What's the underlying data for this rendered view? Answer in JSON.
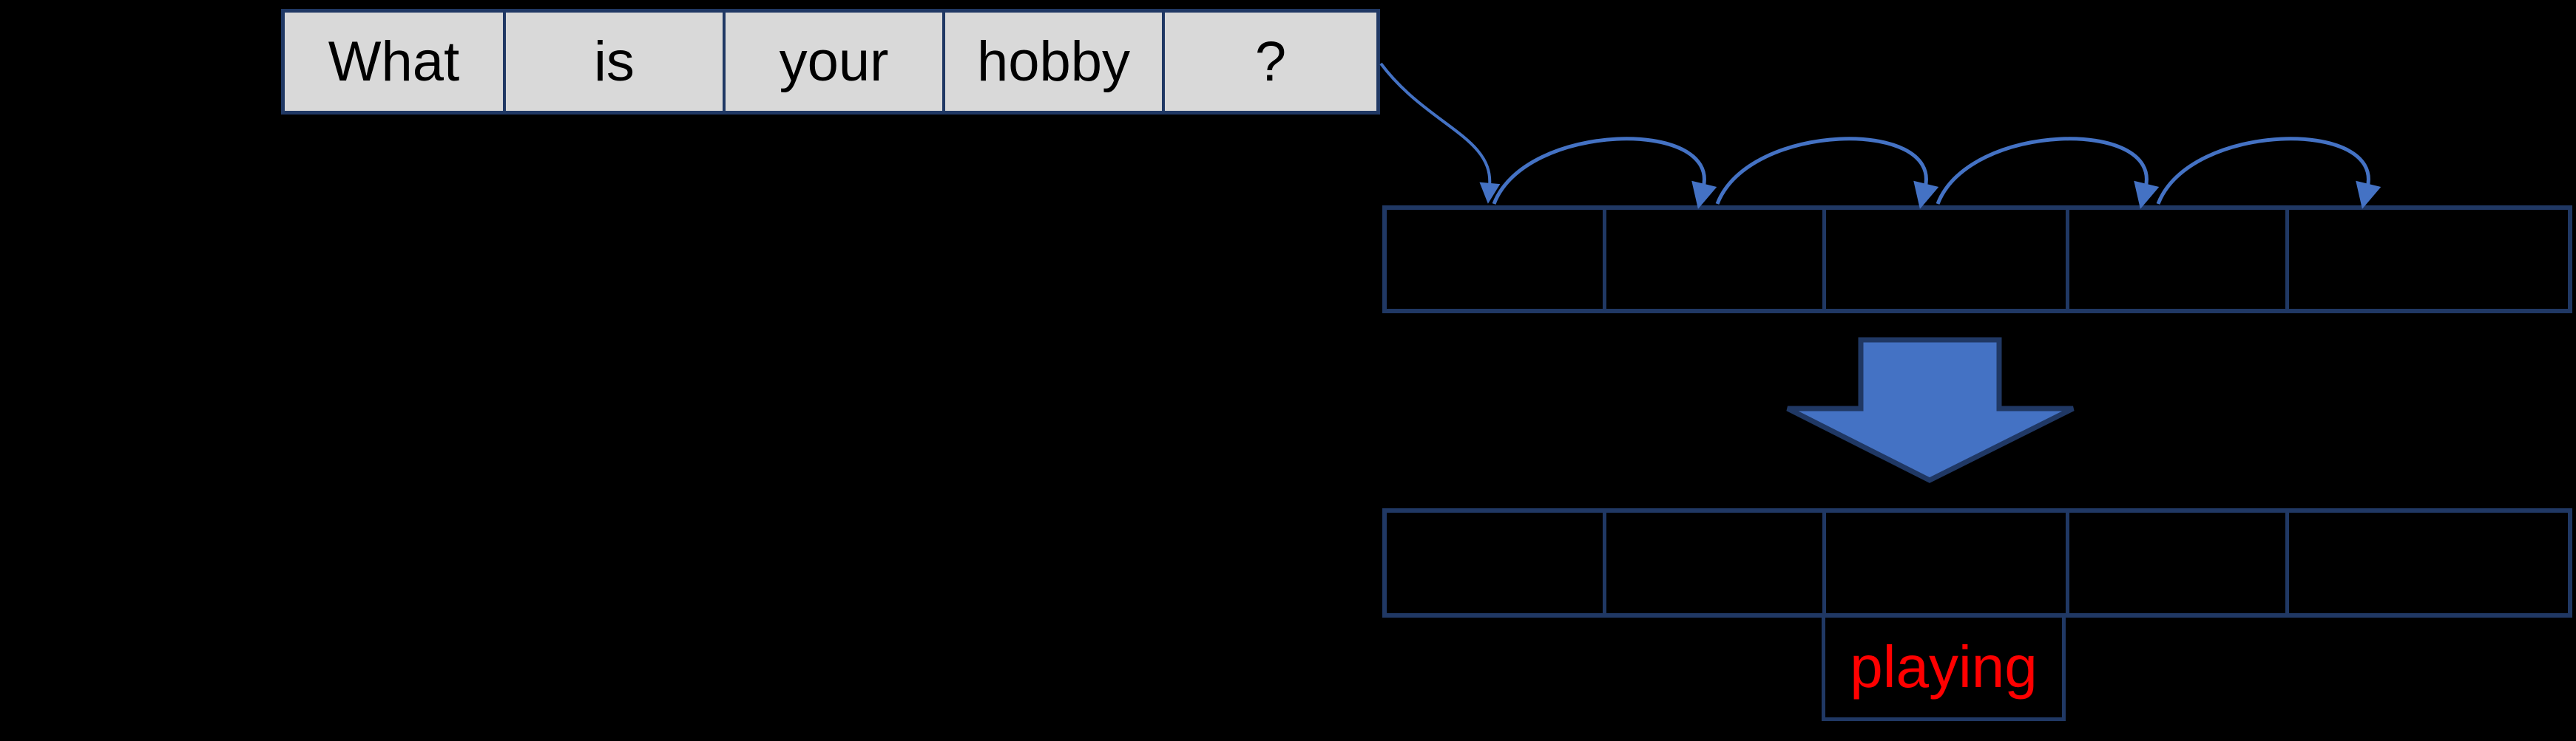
{
  "sentence": {
    "words": [
      "What",
      "is",
      "your",
      "hobby",
      "?"
    ]
  },
  "encoder_row": {
    "cell_count": 5,
    "cells": [
      "",
      "",
      "",
      "",
      ""
    ]
  },
  "decoder_row": {
    "cell_count": 5,
    "cells": [
      "",
      "",
      "",
      "",
      ""
    ]
  },
  "answer": {
    "label": "playing"
  },
  "arrows": {
    "connector": "diagonal-arrow-from-question-mark-to-first-cell",
    "hops": [
      "hop-arc-1",
      "hop-arc-2",
      "hop-arc-3",
      "hop-arc-4"
    ],
    "transform": "big-down-block-arrow"
  },
  "colors": {
    "background": "#000000",
    "box_border": "#203864",
    "box_fill": "#d9d9d9",
    "arrow_blue": "#4472c4",
    "word_text": "#000000",
    "answer_red": "#ff0000"
  }
}
